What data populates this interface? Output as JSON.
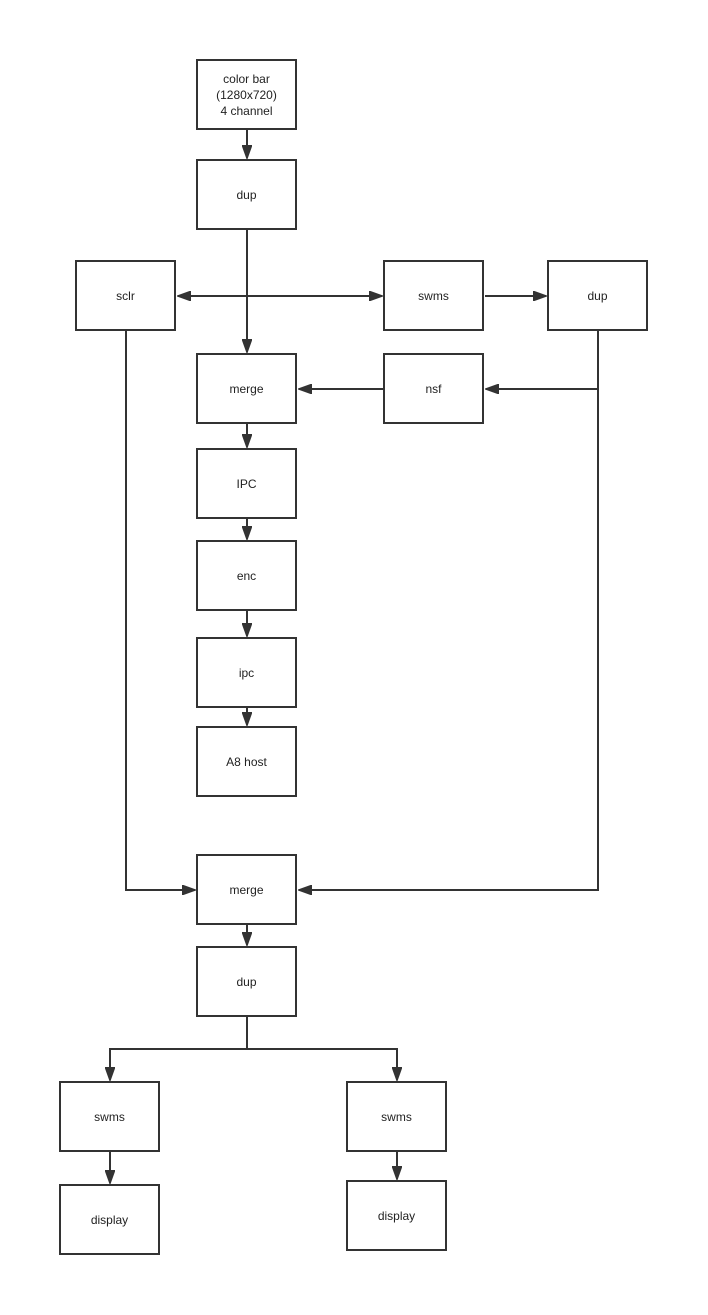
{
  "nodes": {
    "colorbar": "color bar\n(1280x720)\n4 channel",
    "dup1": "dup",
    "sclr": "sclr",
    "swms1": "swms",
    "dup2": "dup",
    "merge1": "merge",
    "nsf": "nsf",
    "ipc1": "IPC",
    "enc": "enc",
    "ipc2": "ipc",
    "a8host": "A8 host",
    "merge2": "merge",
    "dup3": "dup",
    "swms2": "swms",
    "swms3": "swms",
    "display1": "display",
    "display2": "display"
  },
  "colors": {
    "stroke": "#333333",
    "background": "#ffffff"
  }
}
